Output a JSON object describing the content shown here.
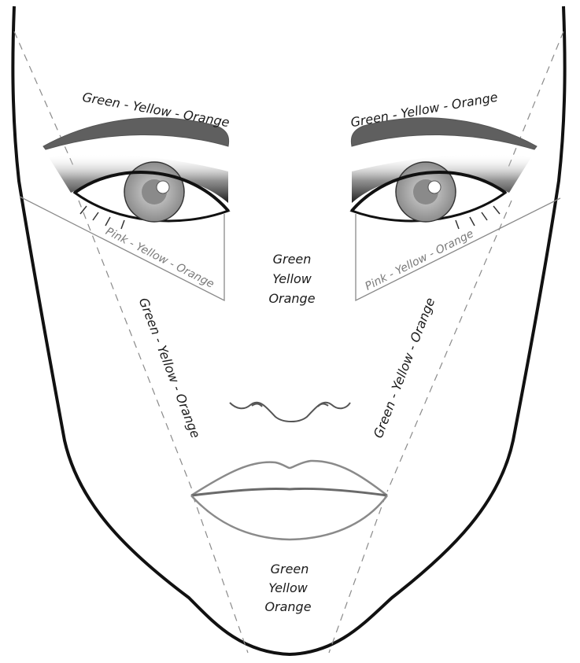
{
  "labels": {
    "left_brow": "Green - Yellow - Orange",
    "right_brow": "Green - Yellow - Orange",
    "left_under_eye": "Pink - Yellow - Orange",
    "right_under_eye": "Pink - Yellow - Orange",
    "center": [
      "Green",
      "Yellow",
      "Orange"
    ],
    "left_cheek": "Green - Yellow - Orange",
    "right_cheek": "Green - Yellow - Orange",
    "chin": [
      "Green",
      "Yellow",
      "Orange"
    ]
  },
  "colors": {
    "outline": "#111111",
    "brow": "#5f5f5f",
    "guide": "#8a8a8a",
    "iris": "#9a9a9a"
  }
}
